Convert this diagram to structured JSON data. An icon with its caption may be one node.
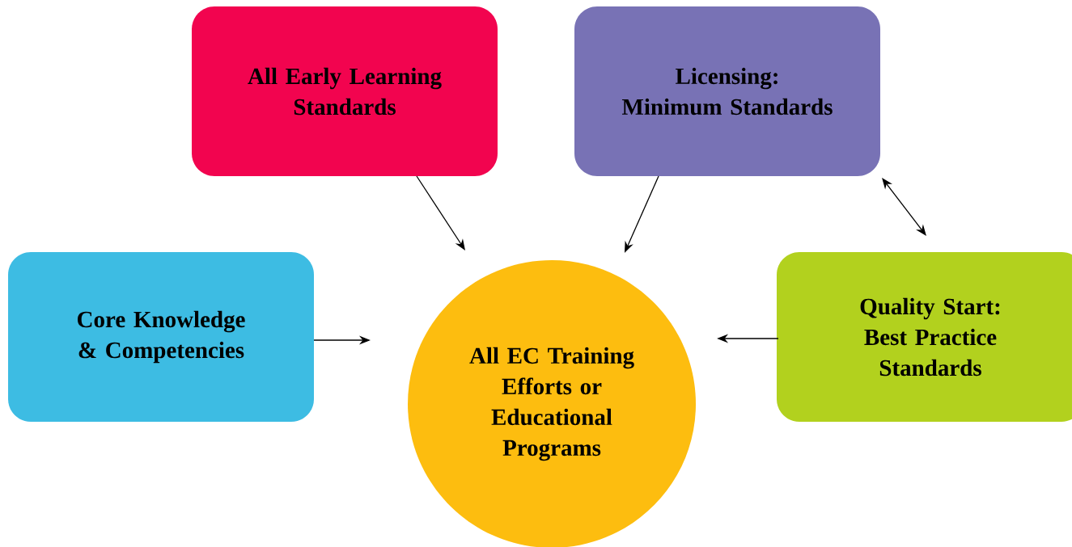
{
  "diagram": {
    "nodes": [
      {
        "text": [
          "All Early Learning Standards"
        ]
      },
      {
        "text": [
          "Licensing: Minimum Standards"
        ]
      },
      {
        "text": [
          "Core Knowledge & Competencies"
        ]
      },
      {
        "text": [
          "Quality Start: Best Practice Standards"
        ]
      },
      {
        "text": [
          "All EC Training Efforts or Educational Programs"
        ]
      }
    ],
    "edges": [
      {
        "from": 0,
        "to": 4,
        "arrow": "to"
      },
      {
        "from": 1,
        "to": 4,
        "arrow": "to"
      },
      {
        "from": 3,
        "to": 1,
        "arrow": "both"
      },
      {
        "from": 2,
        "to": 4,
        "arrow": "to"
      },
      {
        "from": 3,
        "to": 4,
        "arrow": "to"
      }
    ]
  }
}
